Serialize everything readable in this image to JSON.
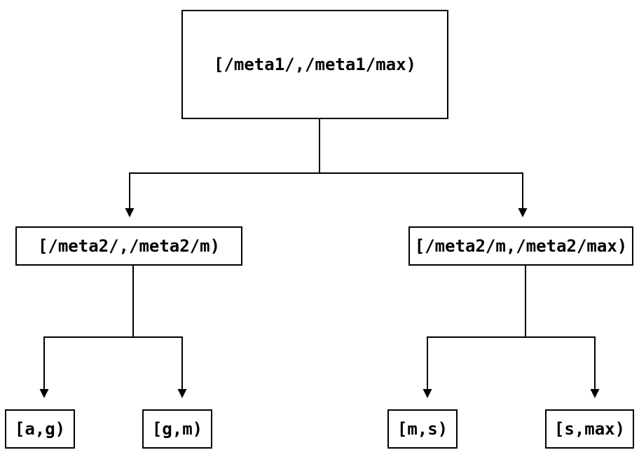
{
  "diagram": {
    "background": "#ffffff",
    "line_color": "#000000",
    "box_border_color": "#000000",
    "text_color": "#000000"
  },
  "nodes": {
    "root": {
      "label": "[/meta1/,/meta1/max)"
    },
    "left": {
      "label": "[/meta2/,/meta2/m)"
    },
    "right": {
      "label": "[/meta2/m,/meta2/max)"
    },
    "leaf_a_g": {
      "label": "[a,g)"
    },
    "leaf_g_m": {
      "label": "[g,m)"
    },
    "leaf_m_s": {
      "label": "[m,s)"
    },
    "leaf_s_max": {
      "label": "[s,max)"
    }
  },
  "edges": [
    {
      "from": "root",
      "to": "left"
    },
    {
      "from": "root",
      "to": "right"
    },
    {
      "from": "left",
      "to": "leaf_a_g"
    },
    {
      "from": "left",
      "to": "leaf_g_m"
    },
    {
      "from": "right",
      "to": "leaf_m_s"
    },
    {
      "from": "right",
      "to": "leaf_s_max"
    }
  ]
}
